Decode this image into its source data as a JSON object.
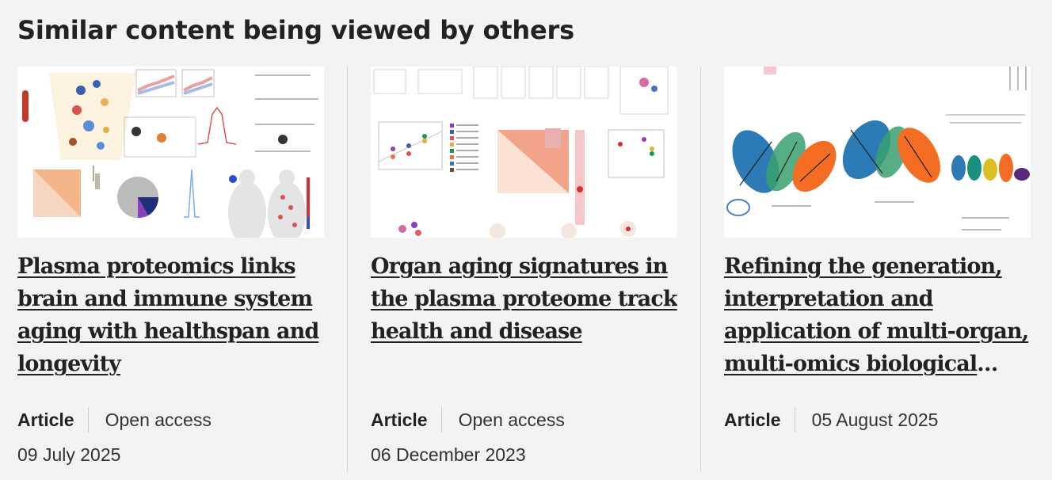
{
  "section": {
    "title": "Similar content being viewed by others"
  },
  "cards": [
    {
      "title": "Plasma proteomics links brain and immune system aging with healthspan and longevity",
      "type": "Article",
      "info": "Open access",
      "date": "09 July 2025",
      "thumbnail": "figure-thumbnail"
    },
    {
      "title": "Organ aging signatures in the plasma proteome track health and disease",
      "type": "Article",
      "info": "Open access",
      "date": "06 December 2023",
      "thumbnail": "figure-thumbnail"
    },
    {
      "title": "Refining the generation, interpretation and application of multi-organ, multi-omics biological aging clocks",
      "type": "Article",
      "info": "05 August 2025",
      "date": "",
      "thumbnail": "figure-thumbnail"
    }
  ],
  "colors": {
    "background": "#f3f3f3",
    "text": "#222222",
    "divider": "#d5d5d5",
    "accent_red": "#d7191c",
    "accent_blue": "#2c7bb6",
    "accent_orange": "#f46d43",
    "accent_green": "#1a9850"
  }
}
